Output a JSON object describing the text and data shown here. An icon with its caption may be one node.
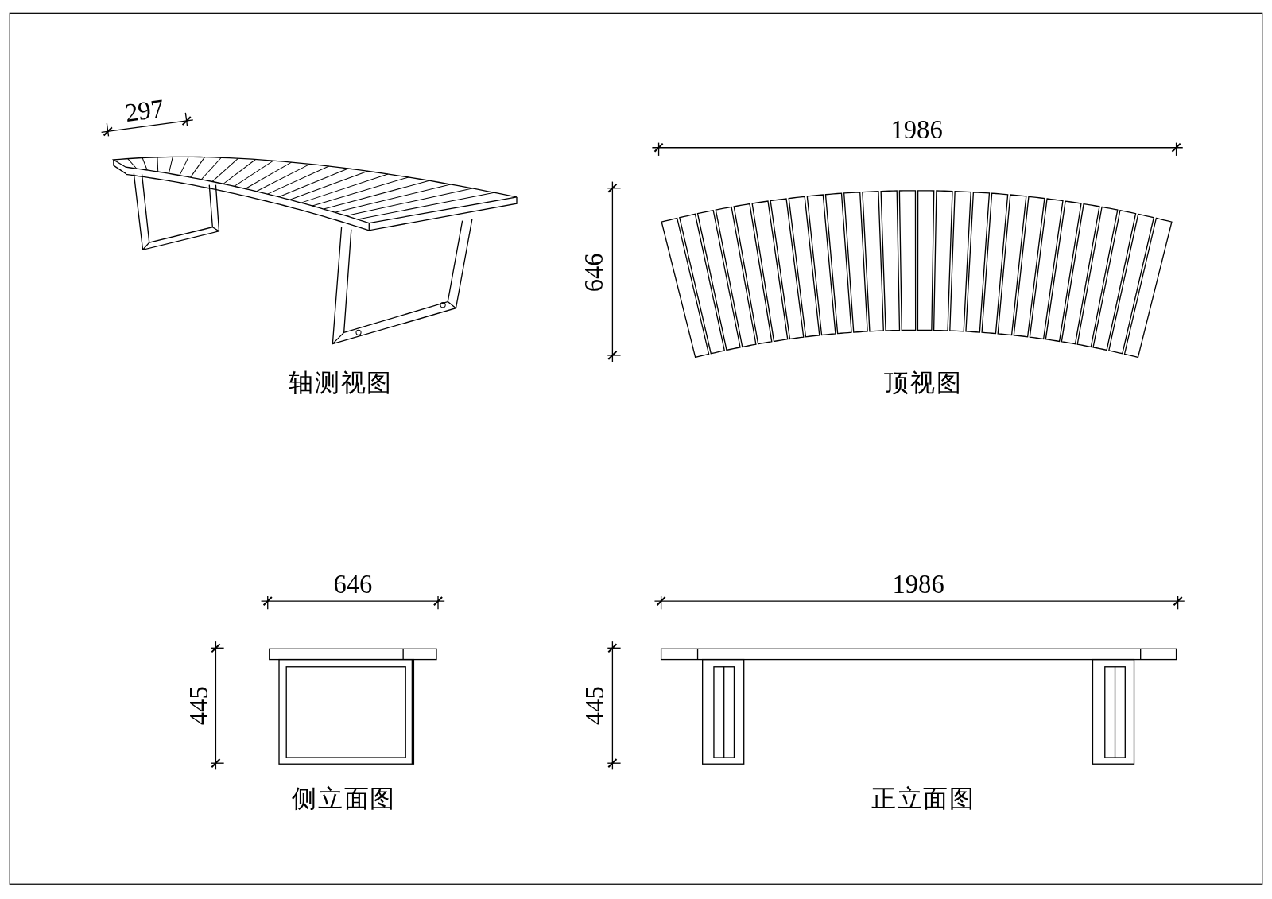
{
  "diagram": {
    "labels": [
      "297",
      "1986",
      "646",
      "轴测视图",
      "顶视图",
      "646",
      "1986",
      "445",
      "445",
      "侧立面图",
      "正立面图"
    ]
  }
}
